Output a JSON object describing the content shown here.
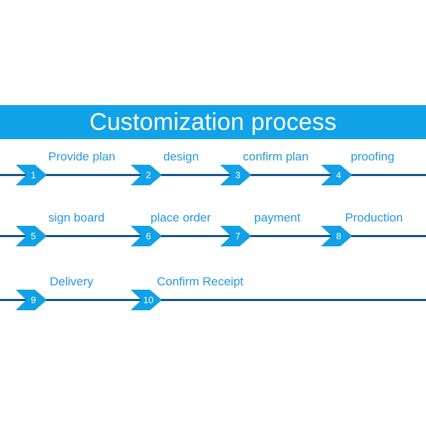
{
  "header": {
    "title": "Customization process",
    "band_color": "#11a2e8",
    "title_color": "#ffffff"
  },
  "theme": {
    "arrow_color": "#12a1e6",
    "rail_color": "#15558f",
    "label_color": "#2498dd",
    "background": "#ffffff"
  },
  "flow": {
    "rows": [
      {
        "steps": [
          {
            "number": "1",
            "label": "Provide plan"
          },
          {
            "number": "2",
            "label": "design"
          },
          {
            "number": "3",
            "label": "confirm plan"
          },
          {
            "number": "4",
            "label": "proofing"
          }
        ]
      },
      {
        "steps": [
          {
            "number": "5",
            "label": "sign board"
          },
          {
            "number": "6",
            "label": "place order"
          },
          {
            "number": "7",
            "label": "payment"
          },
          {
            "number": "8",
            "label": "Production"
          }
        ]
      },
      {
        "steps": [
          {
            "number": "9",
            "label": "Delivery"
          },
          {
            "number": "10",
            "label": "Confirm Receipt"
          }
        ]
      }
    ]
  }
}
